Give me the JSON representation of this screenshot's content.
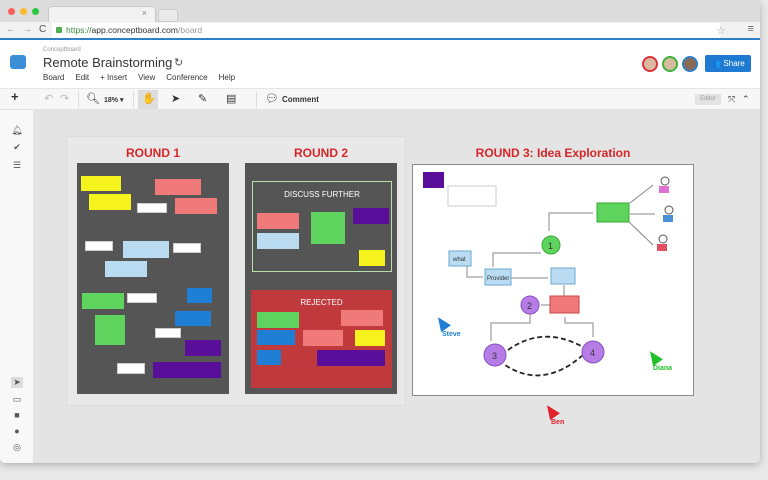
{
  "browser": {
    "url_scheme": "https://",
    "url_host": "app.conceptboard.com",
    "url_path": "/board",
    "close_tab": "×"
  },
  "app": {
    "brand": "Conceptboard",
    "board_title": "Remote Brainstorming",
    "menu": [
      "Board",
      "Edit",
      "+ Insert",
      "View",
      "Conference",
      "Help"
    ],
    "share_label": "Share",
    "avatar_colors": [
      "#d9343a",
      "#3cb43c",
      "#2f7fc8"
    ]
  },
  "toolbar": {
    "zoom": "18% ▾",
    "comment_label": "Comment",
    "editor_label": "Editor"
  },
  "colors": {
    "accent": "#1f7ad2",
    "round_title": "#d6262a",
    "yellow": "#f5f21e",
    "pink": "#f07a7a",
    "blue_light": "#b9dcf2",
    "green": "#5ed45e",
    "blue": "#1e7fd4",
    "purple": "#5a0f9a",
    "red": "#c0393d"
  },
  "board": {
    "round1": {
      "title": "ROUND 1"
    },
    "round2": {
      "title": "ROUND 2",
      "discuss": "DISCUSS FURTHER",
      "rejected": "REJECTED"
    },
    "round3": {
      "title": "ROUND 3: Idea Exploration",
      "labels": [
        "what",
        "Provider",
        "1",
        "2",
        "3",
        "4"
      ]
    },
    "cursors": [
      {
        "name": "Steve",
        "color": "#1e7fd4"
      },
      {
        "name": "Diana",
        "color": "#22c02a"
      },
      {
        "name": "Ben",
        "color": "#e0222a"
      }
    ]
  }
}
